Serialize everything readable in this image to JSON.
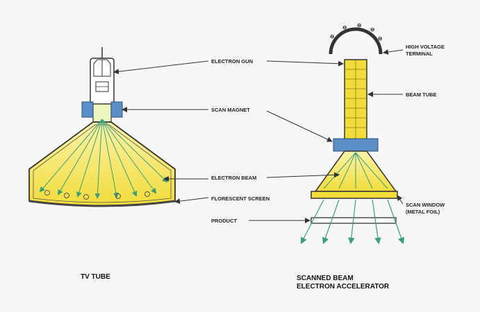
{
  "labels": {
    "electron_gun": "ELECTRON GUN",
    "scan_magnet": "SCAN MAGNET",
    "electron_beam": "ELECTRON BEAM",
    "florescent_screen": "FLORESCENT SCREEN",
    "product": "PRODUCT",
    "high_voltage_terminal_1": "HIGH VOLTAGE",
    "high_voltage_terminal_2": "TERMINAL",
    "beam_tube": "BEAM TUBE",
    "scan_window_1": "SCAN WINDOW",
    "scan_window_2": "(METAL FOIL)"
  },
  "captions": {
    "tv_tube": "TV TUBE",
    "accelerator_1": "SCANNED BEAM",
    "accelerator_2": "ELECTRON ACCELERATOR"
  },
  "terminal_charge_sign": "⊖",
  "colors": {
    "beam_yellow": "#f2e04a",
    "beam_yellow_light": "#fbf3a8",
    "magnet_blue": "#5b8fc8",
    "beam_line_green": "#3aa07a",
    "outline": "#333333"
  }
}
